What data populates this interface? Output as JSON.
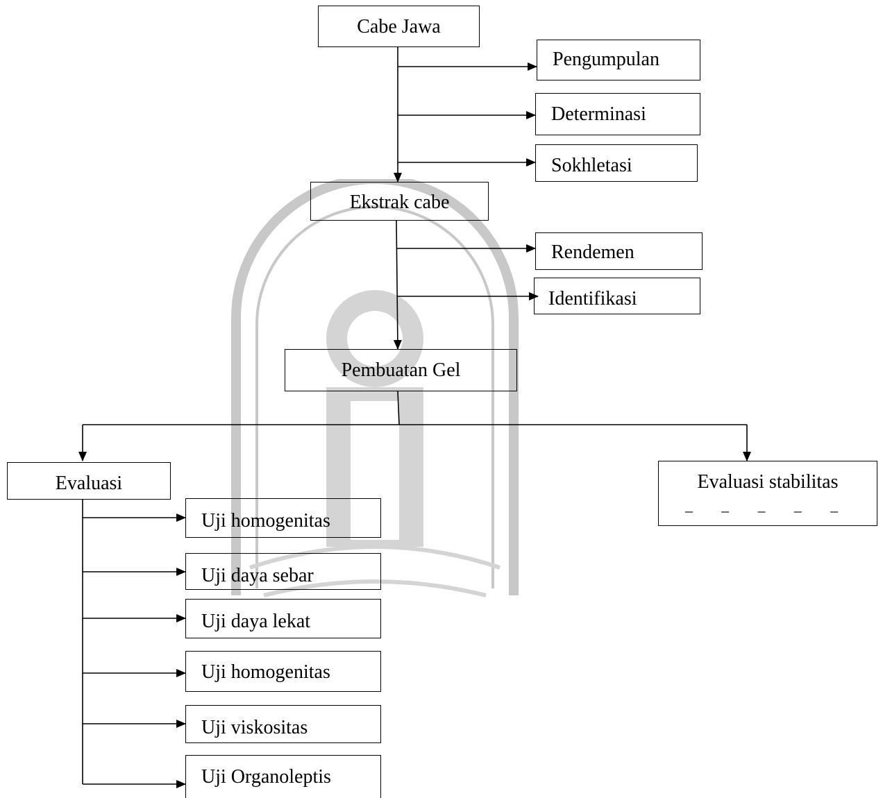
{
  "colors": {
    "line": "#000000",
    "box_border": "#000000",
    "text": "#000000",
    "watermark": "#c8c8c8"
  },
  "watermark": {
    "icon": "university-seal-icon"
  },
  "nodes": {
    "cabe_jawa": "Cabe Jawa",
    "pengumpulan": "Pengumpulan",
    "determinasi": "Determinasi",
    "sokhletasi": "Sokhletasi",
    "ekstrak_cabe": "Ekstrak cabe",
    "rendemen": "Rendemen",
    "identifikasi": "Identifikasi",
    "pembuatan_gel": "Pembuatan Gel",
    "evaluasi": "Evaluasi",
    "evaluasi_stabilitas": "Evaluasi stabilitas",
    "uji_homogenitas_1": "Uji homogenitas",
    "uji_daya_sebar": "Uji daya sebar",
    "uji_daya_lekat": "Uji daya lekat",
    "uji_homogenitas_2": "Uji homogenitas",
    "uji_viskositas": "Uji viskositas",
    "uji_organoleptis": "Uji Organoleptis"
  }
}
